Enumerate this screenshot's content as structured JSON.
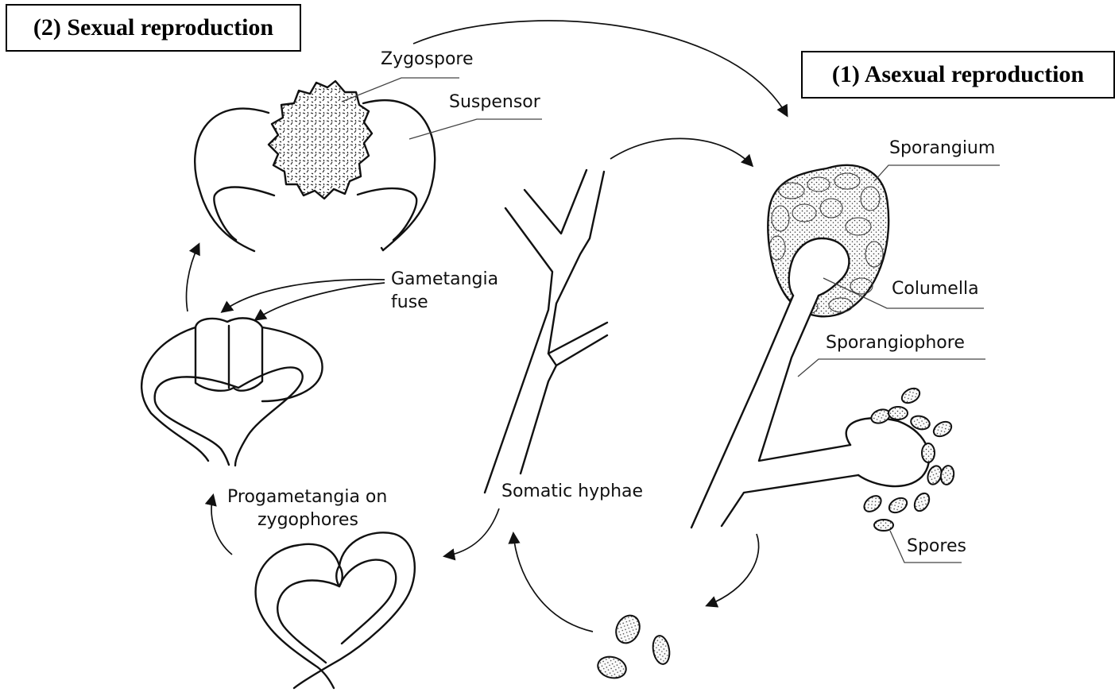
{
  "titles": {
    "sexual": "(2) Sexual reproduction",
    "asexual": "(1) Asexual reproduction"
  },
  "labels": {
    "zygospore": "Zygospore",
    "suspensor": "Suspensor",
    "gametangia_line1": "Gametangia",
    "gametangia_line2": "fuse",
    "progametangia_line1": "Progametangia on",
    "progametangia_line2": "zygophores",
    "somatic_hyphae": "Somatic hyphae",
    "sporangium": "Sporangium",
    "columella": "Columella",
    "sporangiophore": "Sporangiophore",
    "spores": "Spores"
  }
}
